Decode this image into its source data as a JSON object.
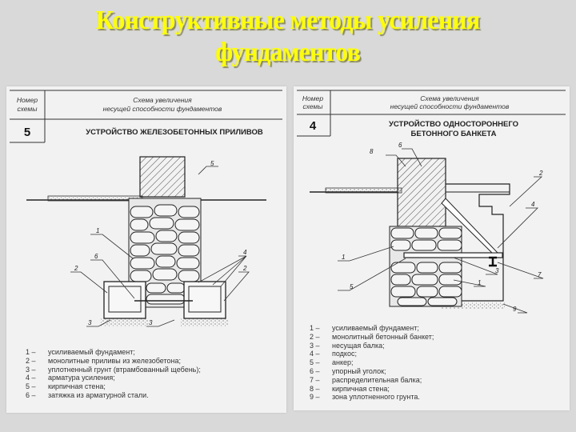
{
  "title": [
    "Конструктивные методы усиления",
    "фундаментов"
  ],
  "left_scheme": {
    "col_header": [
      "Номер",
      "схемы"
    ],
    "header": [
      "Схема увеличения",
      "несущей способности фундаментов"
    ],
    "number": "5",
    "name": "УСТРОЙСТВО ЖЕЛЕЗОБЕТОННЫХ ПРИЛИВОВ",
    "callouts": {
      "c1": "1",
      "c2a": "2",
      "c2b": "2",
      "c3a": "3",
      "c3b": "3",
      "c4": "4",
      "c5": "5",
      "c6": "6"
    },
    "legend": [
      {
        "n": "1 –",
        "t": "усиливаемый фундамент;"
      },
      {
        "n": "2 –",
        "t": "монолитные приливы из железобетона;"
      },
      {
        "n": "3 –",
        "t": "уплотненный грунт (втрамбованный щебень);"
      },
      {
        "n": "4 –",
        "t": "арматура усиления;"
      },
      {
        "n": "5 –",
        "t": "кирпичная стена;"
      },
      {
        "n": "6 –",
        "t": "затяжка из арматурной стали."
      }
    ]
  },
  "right_scheme": {
    "col_header": [
      "Номер",
      "схемы"
    ],
    "header": [
      "Схема увеличения",
      "несущей способности фундаментов"
    ],
    "number": "4",
    "name": [
      "УСТРОЙСТВО ОДНОСТОРОННЕГО",
      "БЕТОННОГО БАНКЕТА"
    ],
    "callouts": {
      "c1a": "1",
      "c1b": "1",
      "c2": "2",
      "c3": "3",
      "c4": "4",
      "c5": "5",
      "c6": "6",
      "c7": "7",
      "c8": "8",
      "c9": "9"
    },
    "legend": [
      {
        "n": "1 –",
        "t": "усиливаемый фундамент;"
      },
      {
        "n": "2 –",
        "t": "монолитный бетонный банкет;"
      },
      {
        "n": "3 –",
        "t": "несущая балка;"
      },
      {
        "n": "4 –",
        "t": "подкос;"
      },
      {
        "n": "5 –",
        "t": "анкер;"
      },
      {
        "n": "6 –",
        "t": "упорный уголок;"
      },
      {
        "n": "7 –",
        "t": "распределительная балка;"
      },
      {
        "n": "8 –",
        "t": "кирпичная стена;"
      },
      {
        "n": "9 –",
        "t": "зона уплотненного грунта."
      }
    ]
  }
}
